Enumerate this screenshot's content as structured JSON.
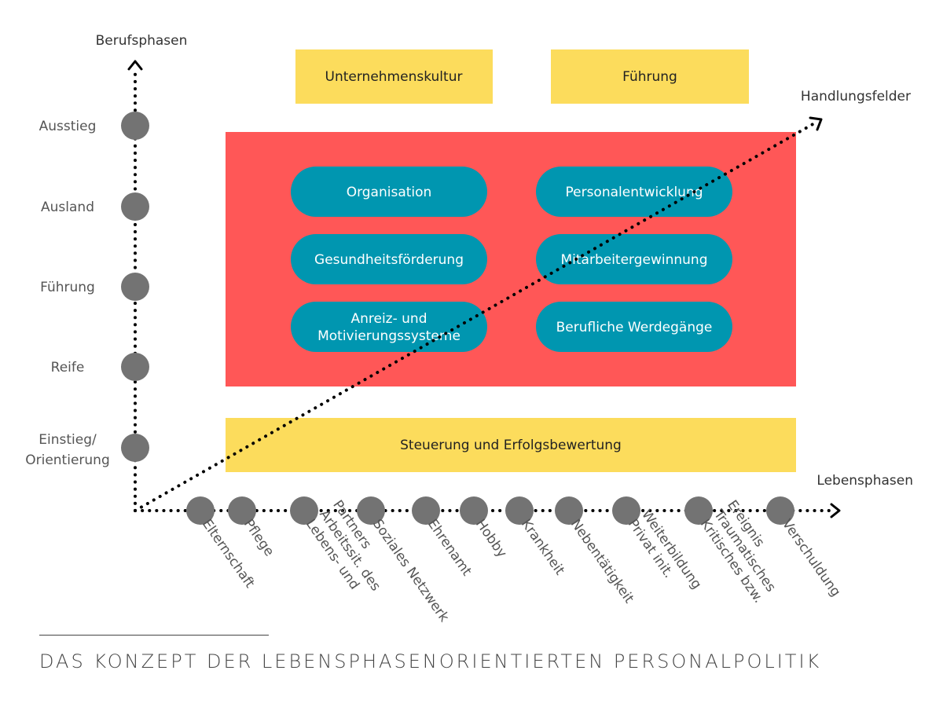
{
  "axes": {
    "vertical_title": "Berufsphasen",
    "horizontal_title": "Lebensphasen",
    "diagonal_title": "Handlungsfelder"
  },
  "career_phases": [
    "Ausstieg",
    "Ausland",
    "Führung",
    "Reife",
    "Einstieg/\nOrientierung"
  ],
  "life_phases": [
    "Elternschaft",
    "Pflege",
    "Lebens- und\nArbeitssit. des\nPartners",
    "Soziales Netzwerk",
    "Ehrenamt",
    "Hobby",
    "Krankheit",
    "Nebentätigkeit",
    "Privat init.\nWeiterbildung",
    "Kritisches bzw.\nTraumatisches\nEreignis",
    "Verschuldung"
  ],
  "top_boxes": [
    "Unternehmenskultur",
    "Führung"
  ],
  "fields": [
    "Organisation",
    "Personalentwicklung",
    "Gesundheitsförderung",
    "Mitarbeitergewinnung",
    "Anreiz- und\nMotivierungssysteme",
    "Berufliche Werdegänge"
  ],
  "bottom_box": "Steuerung und Erfolgsbewertung",
  "footer": "DAS KONZEPT DER LEBENSPHASENORIENTIERTEN PERSONALPOLITIK",
  "colors": {
    "yellow": "#fcdc5c",
    "red": "#ff5757",
    "teal": "#0096b0",
    "dot": "#737373",
    "line": "#000000"
  }
}
